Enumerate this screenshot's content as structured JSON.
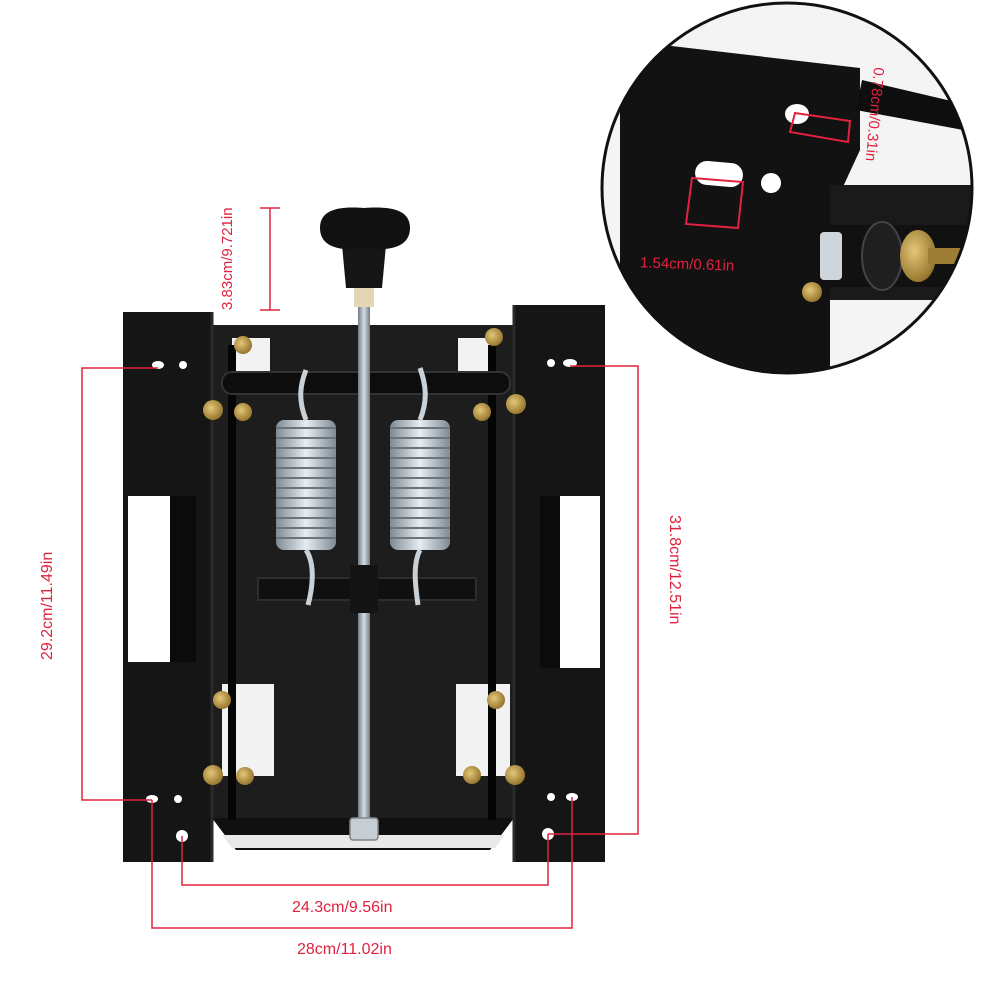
{
  "colors": {
    "dimension": "#e0223f",
    "frame": "#141414",
    "frame_edge": "#2a2a2a",
    "spring": "#b9c3cc",
    "rod": "#9aa4ac",
    "brass": "#b8953e",
    "background": "#ffffff"
  },
  "measurements": {
    "handle_height": "3.83cm/9.721in",
    "frame_height_left": "29.2cm/11.49in",
    "frame_height_right": "31.8cm/12.51in",
    "hole_spacing": "24.3cm/9.56in",
    "frame_width": "28cm/11.02in",
    "slot_width": "1.54cm/0.61in",
    "hole_diameter": "0.78cm/0.31in"
  }
}
